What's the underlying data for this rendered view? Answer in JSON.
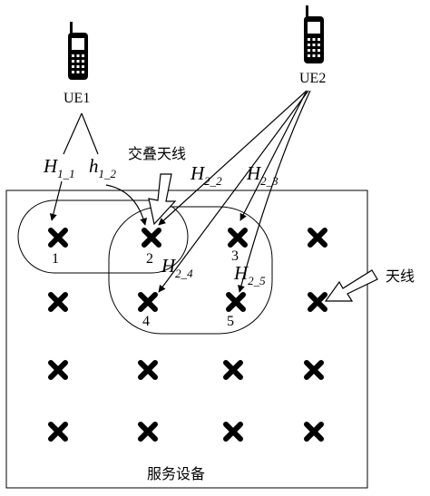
{
  "diagram": {
    "ue1_label": "UE1",
    "ue2_label": "UE2",
    "overlap_antenna_label": "交叠天线",
    "antenna_label": "天线",
    "service_device_label": "服务设备",
    "antenna_numbers": [
      "1",
      "2",
      "3",
      "4",
      "5"
    ],
    "channels": {
      "h1_1": {
        "main": "H",
        "sub": "1_1"
      },
      "h1_2": {
        "main": "h",
        "sub": "1_2"
      },
      "h2_2": {
        "main": "H",
        "sub": "2_2"
      },
      "h2_3": {
        "main": "H",
        "sub": "2_3"
      },
      "h2_4": {
        "main": "H",
        "sub": "2_4"
      },
      "h2_5": {
        "main": "H",
        "sub": "2_5"
      }
    }
  }
}
